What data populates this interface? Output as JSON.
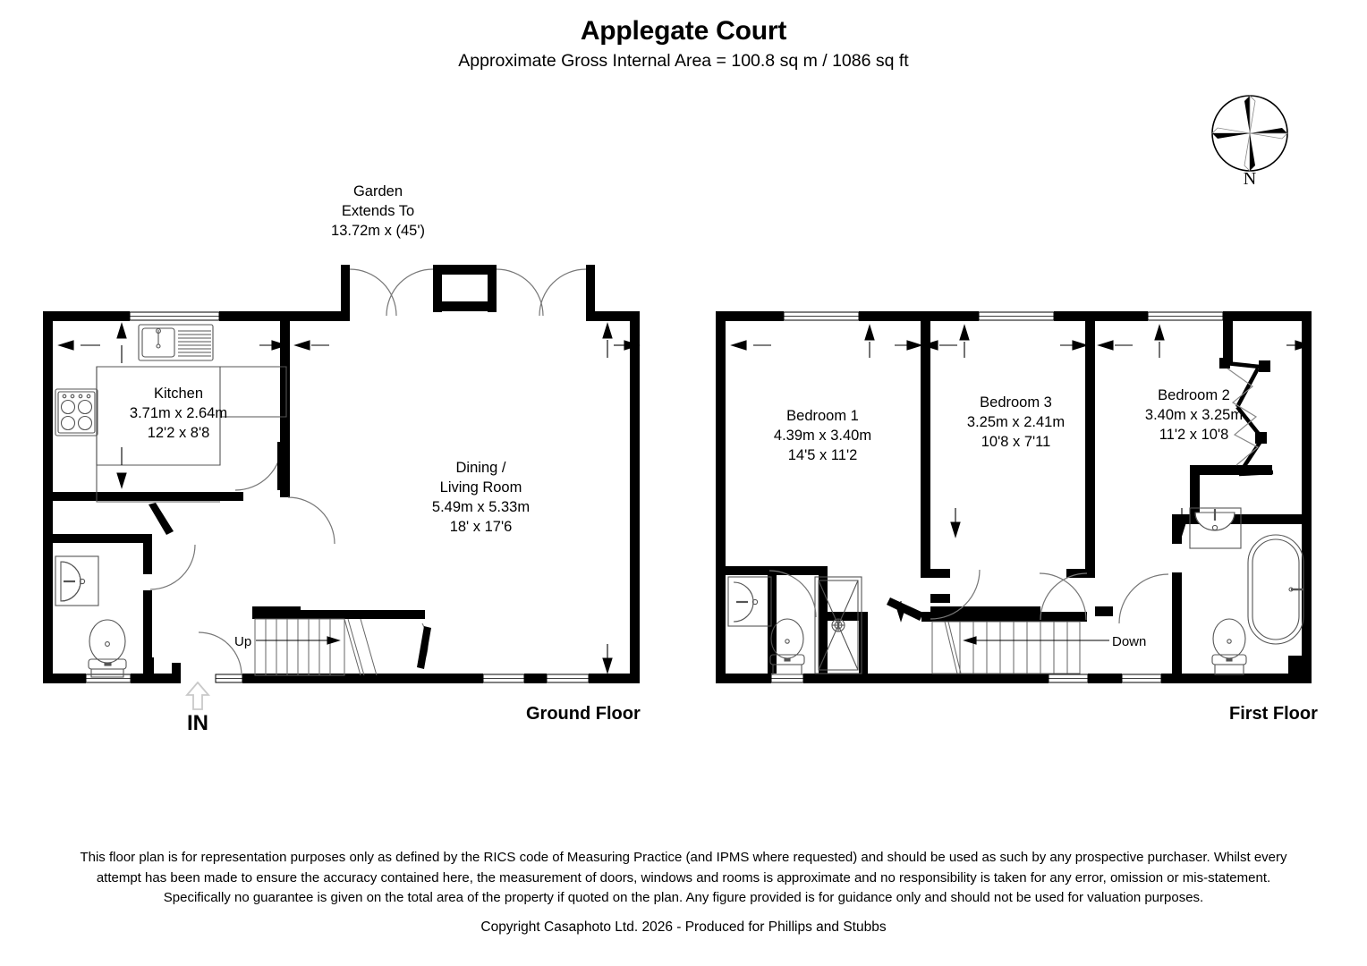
{
  "header": {
    "title": "Applegate Court",
    "subtitle": "Approximate Gross Internal Area = 100.8 sq m / 1086 sq ft"
  },
  "compass": {
    "icon": "compass-rose-icon",
    "north_label": "N"
  },
  "garden_note": {
    "line1": "Garden",
    "line2": "Extends To",
    "line3": "13.72m x (45')"
  },
  "entrance": {
    "icon": "entrance-arrow-icon",
    "label": "IN"
  },
  "floors": [
    {
      "id": "ground",
      "label": "Ground Floor",
      "rooms": [
        {
          "name": "Kitchen",
          "metric": "3.71m x 2.64m",
          "imperial": "12'2 x 8'8"
        },
        {
          "name": "Dining /",
          "name2": "Living Room",
          "metric": "5.49m x 5.33m",
          "imperial": "18' x 17'6"
        }
      ],
      "stairs": {
        "direction_label": "Up"
      },
      "fixtures": [
        "sink-icon",
        "hob-icon",
        "wash-basin-icon",
        "toilet-icon",
        "worktop-icon"
      ]
    },
    {
      "id": "first",
      "label": "First Floor",
      "rooms": [
        {
          "name": "Bedroom 1",
          "metric": "4.39m x 3.40m",
          "imperial": "14'5 x 11'2"
        },
        {
          "name": "Bedroom 3",
          "metric": "3.25m x 2.41m",
          "imperial": "10'8 x 7'11"
        },
        {
          "name": "Bedroom 2",
          "metric": "3.40m x 3.25m",
          "imperial": "11'2 x 10'8"
        }
      ],
      "stairs": {
        "direction_label": "Down"
      },
      "fixtures": [
        "wash-basin-icon",
        "toilet-icon",
        "shower-cubicle-icon",
        "bath-tub-icon"
      ]
    }
  ],
  "footer": {
    "disclaimer": "This floor plan is for representation purposes only as defined by the RICS code of Measuring Practice (and IPMS where requested) and should be used as such by any prospective purchaser. Whilst every attempt has been made to ensure the accuracy contained here, the measurement of doors, windows and rooms is approximate and no responsibility is taken for any error, omission or mis-statement. Specifically no guarantee is given on the total area of the property if quoted on the plan. Any figure provided is for guidance only and should not be used for valuation purposes.",
    "copyright": "Copyright Casaphoto Ltd. 2026 - Produced for Phillips and Stubbs"
  },
  "colors": {
    "wall": "#000000",
    "background": "#ffffff",
    "fixture_line": "#555555",
    "dimension_arrow": "#000000"
  }
}
